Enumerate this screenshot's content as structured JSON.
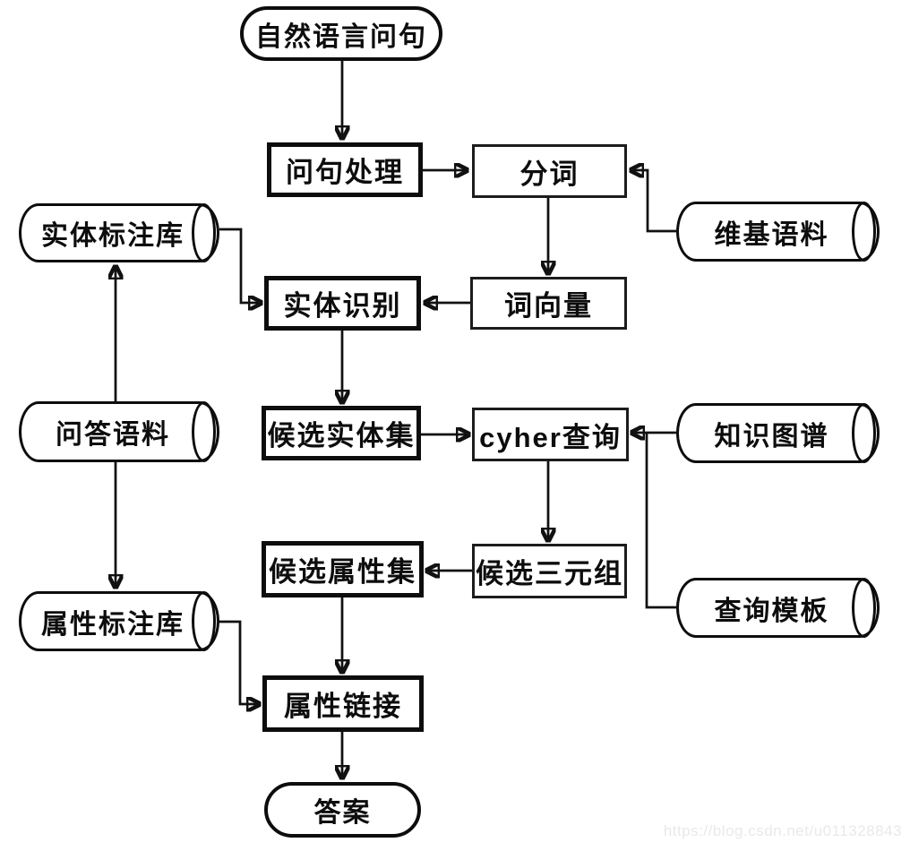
{
  "colors": {
    "ink": "#0d0d0d",
    "background": "#ffffff",
    "watermark": "#e9e9e9"
  },
  "diagram": {
    "nodes": {
      "start": "自然语言问句",
      "preprocess": "问句处理",
      "segment": "分词",
      "wiki_corpus": "维基语料",
      "entity_tag_db": "实体标注库",
      "entity_recognition": "实体识别",
      "word_vector": "词向量",
      "qa_corpus": "问答语料",
      "candidate_entity_set": "候选实体集",
      "cypher_query": "cyher查询",
      "knowledge_graph": "知识图谱",
      "candidate_attr_set": "候选属性集",
      "candidate_triples": "候选三元组",
      "query_template": "查询模板",
      "attribute_tag_db": "属性标注库",
      "attribute_linking": "属性链接",
      "answer": "答案"
    },
    "edges": [
      {
        "from": "start",
        "to": "preprocess"
      },
      {
        "from": "preprocess",
        "to": "segment"
      },
      {
        "from": "wiki_corpus",
        "to": "segment"
      },
      {
        "from": "segment",
        "to": "word_vector"
      },
      {
        "from": "word_vector",
        "to": "entity_recognition"
      },
      {
        "from": "entity_tag_db",
        "to": "entity_recognition"
      },
      {
        "from": "entity_recognition",
        "to": "candidate_entity_set"
      },
      {
        "from": "candidate_entity_set",
        "to": "cypher_query"
      },
      {
        "from": "knowledge_graph",
        "to": "cypher_query"
      },
      {
        "from": "query_template",
        "to": "cypher_query"
      },
      {
        "from": "cypher_query",
        "to": "candidate_triples"
      },
      {
        "from": "candidate_triples",
        "to": "candidate_attr_set"
      },
      {
        "from": "candidate_attr_set",
        "to": "attribute_linking"
      },
      {
        "from": "attribute_tag_db",
        "to": "attribute_linking"
      },
      {
        "from": "qa_corpus",
        "to": "entity_tag_db"
      },
      {
        "from": "qa_corpus",
        "to": "attribute_tag_db"
      },
      {
        "from": "attribute_linking",
        "to": "answer"
      }
    ]
  },
  "watermark": {
    "text": "https://blog.csdn.net/u011328843"
  }
}
